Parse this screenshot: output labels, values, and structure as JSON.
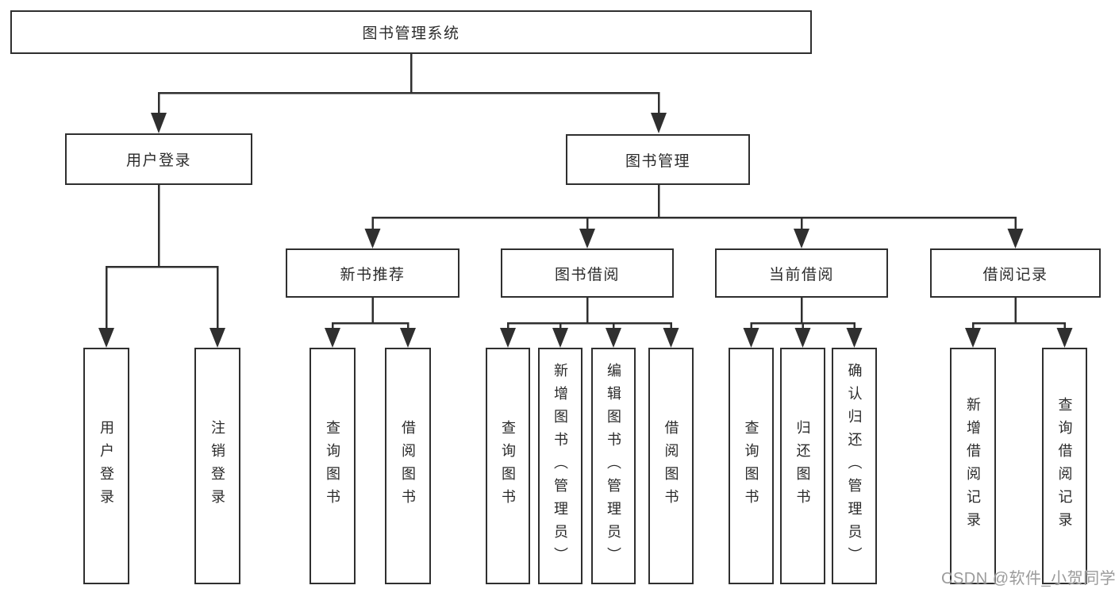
{
  "nodes": {
    "root": "图书管理系统",
    "user_login": "用户登录",
    "book_management": "图书管理",
    "new_book_recommend": "新书推荐",
    "book_borrowing": "图书借阅",
    "current_borrowing": "当前借阅",
    "borrowing_records": "借阅记录"
  },
  "leaves": {
    "user_login": "用户登录",
    "logout": "注销登录",
    "nb_query_books": "查询图书",
    "nb_borrow_books": "借阅图书",
    "bb_query_books": "查询图书",
    "bb_add_books_admin": "新增图书（管理员）",
    "bb_edit_books_admin": "编辑图书（管理员）",
    "bb_borrow_books": "借阅图书",
    "cb_query_books": "查询图书",
    "cb_return_books": "归还图书",
    "cb_confirm_return_admin": "确认归还（管理员）",
    "br_add_record": "新增借阅记录",
    "br_query_record": "查询借阅记录"
  },
  "edges": [
    [
      "图书管理系统",
      "用户登录"
    ],
    [
      "图书管理系统",
      "图书管理"
    ],
    [
      "用户登录",
      "用户登录"
    ],
    [
      "用户登录",
      "注销登录"
    ],
    [
      "图书管理",
      "新书推荐"
    ],
    [
      "图书管理",
      "图书借阅"
    ],
    [
      "图书管理",
      "当前借阅"
    ],
    [
      "图书管理",
      "借阅记录"
    ],
    [
      "新书推荐",
      "查询图书"
    ],
    [
      "新书推荐",
      "借阅图书"
    ],
    [
      "图书借阅",
      "查询图书"
    ],
    [
      "图书借阅",
      "新增图书（管理员）"
    ],
    [
      "图书借阅",
      "编辑图书（管理员）"
    ],
    [
      "图书借阅",
      "借阅图书"
    ],
    [
      "当前借阅",
      "查询图书"
    ],
    [
      "当前借阅",
      "归还图书"
    ],
    [
      "当前借阅",
      "确认归还（管理员）"
    ],
    [
      "借阅记录",
      "新增借阅记录"
    ],
    [
      "借阅记录",
      "查询借阅记录"
    ]
  ],
  "watermark": "CSDN @软件_小贺同学",
  "colors": {
    "line": "#2f2f2f",
    "box_border": "#2f2f2f",
    "text": "#2b2b2b",
    "watermark": "#9b9b9b",
    "background": "#ffffff"
  }
}
